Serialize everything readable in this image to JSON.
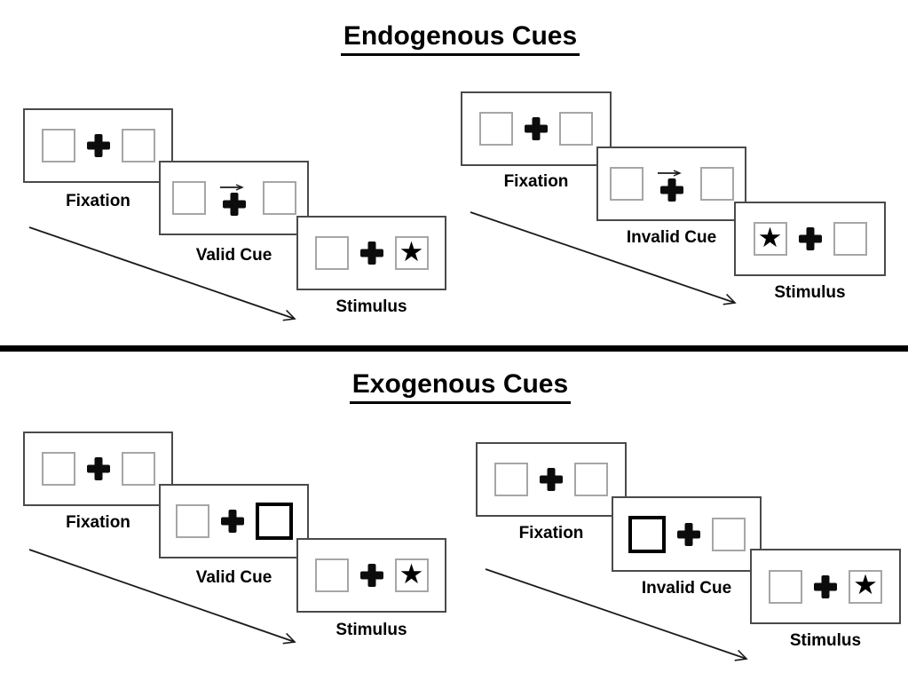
{
  "colors": {
    "ink": "#000000",
    "card_border": "#4a4a4a",
    "box_border": "#a6a6a6",
    "cue_box_border": "#000000",
    "divider": "#000000",
    "background": "#ffffff"
  },
  "glyphs": {
    "star": "★"
  },
  "sections": [
    {
      "title": "Endogenous Cues",
      "panels": [
        {
          "name": "valid",
          "cards": [
            {
              "label": "Fixation",
              "type": "fixation"
            },
            {
              "label": "Valid Cue",
              "type": "central-arrow-cue",
              "cue_direction": "right"
            },
            {
              "label": "Stimulus",
              "type": "stimulus",
              "star_side": "right"
            }
          ]
        },
        {
          "name": "invalid",
          "cards": [
            {
              "label": "Fixation",
              "type": "fixation"
            },
            {
              "label": "Invalid Cue",
              "type": "central-arrow-cue",
              "cue_direction": "right"
            },
            {
              "label": "Stimulus",
              "type": "stimulus",
              "star_side": "left"
            }
          ]
        }
      ]
    },
    {
      "title": "Exogenous Cues",
      "panels": [
        {
          "name": "valid",
          "cards": [
            {
              "label": "Fixation",
              "type": "fixation"
            },
            {
              "label": "Valid Cue",
              "type": "peripheral-box-cue",
              "cue_side": "right"
            },
            {
              "label": "Stimulus",
              "type": "stimulus",
              "star_side": "right"
            }
          ]
        },
        {
          "name": "invalid",
          "cards": [
            {
              "label": "Fixation",
              "type": "fixation"
            },
            {
              "label": "Invalid Cue",
              "type": "peripheral-box-cue",
              "cue_side": "left"
            },
            {
              "label": "Stimulus",
              "type": "stimulus",
              "star_side": "right"
            }
          ]
        }
      ]
    }
  ]
}
